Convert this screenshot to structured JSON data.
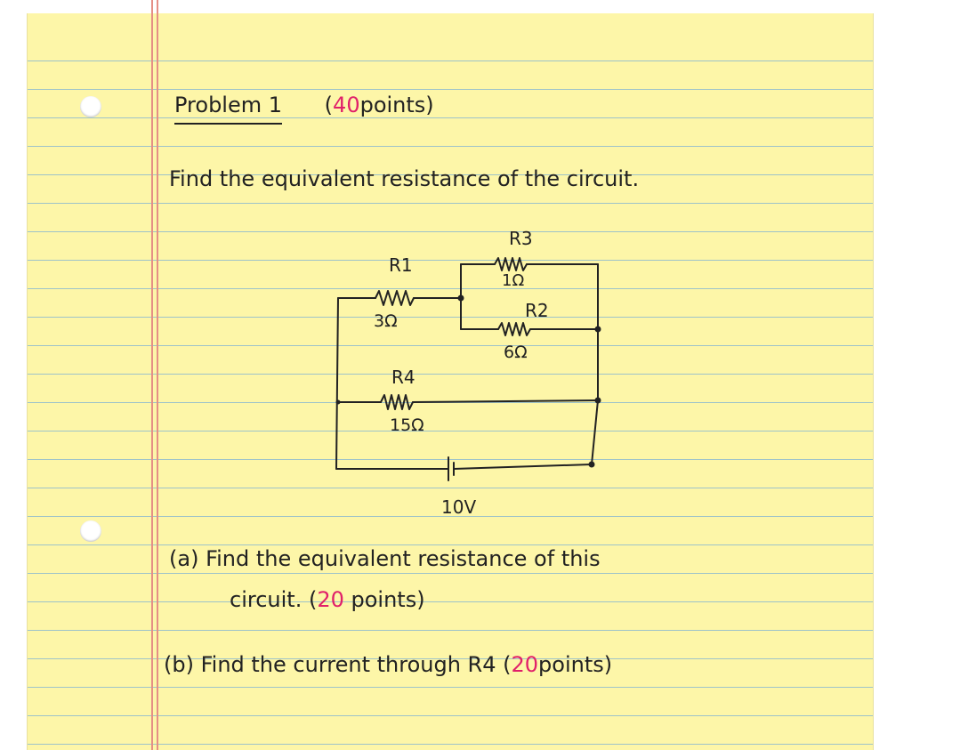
{
  "heading": {
    "title": "Problem 1",
    "points_open": "(",
    "points_value": "40",
    "points_unit": "points)"
  },
  "instruction": "Find the equivalent resistance of the circuit.",
  "circuit": {
    "r1_label": "R1",
    "r1_value": "3Ω",
    "r2_label": "R2",
    "r2_value": "6Ω",
    "r3_label": "R3",
    "r3_value": "1Ω",
    "r4_label": "R4",
    "r4_value": "15Ω",
    "source_value": "10V"
  },
  "part_a": {
    "line1": "(a) Find the equivalent resistance of this",
    "line2_text": "circuit. (",
    "points_value": "20",
    "points_unit": "points)"
  },
  "part_b": {
    "text": "(b) Find the current through R4 (",
    "points_value": "20",
    "points_unit": "points)"
  },
  "colors": {
    "paper": "#fdf6a8",
    "rule": "#9ec3c9",
    "margin": "#e58f86",
    "ink": "#222222",
    "points_ink": "#e0206a"
  }
}
